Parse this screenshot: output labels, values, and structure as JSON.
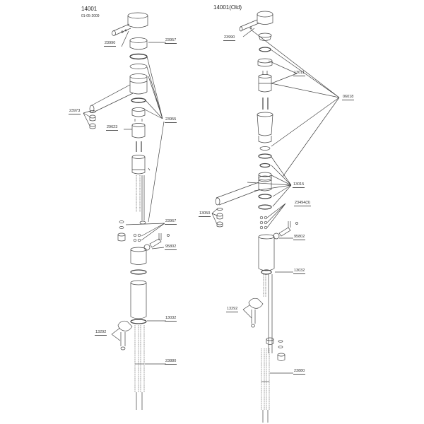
{
  "left_diagram": {
    "title": "14001",
    "date": "01-05-2009",
    "labels": {
      "p23990": "23990",
      "p23957": "23957",
      "p23973": "23973",
      "p23955": "23955",
      "p29623": "29623",
      "p23967": "23967",
      "p95802": "95802",
      "p13032": "13032",
      "p13292": "13292",
      "p23880": "23880"
    }
  },
  "right_diagram": {
    "title": "14001(Old)",
    "labels": {
      "p23990": "23990",
      "p13011": "13011",
      "p06018": "06018",
      "p13015": "13015",
      "p13050": "13050",
      "p23494": "23494(3)",
      "p95802": "95802",
      "p13032": "13032",
      "p13292": "13292",
      "p23880": "23880"
    }
  }
}
